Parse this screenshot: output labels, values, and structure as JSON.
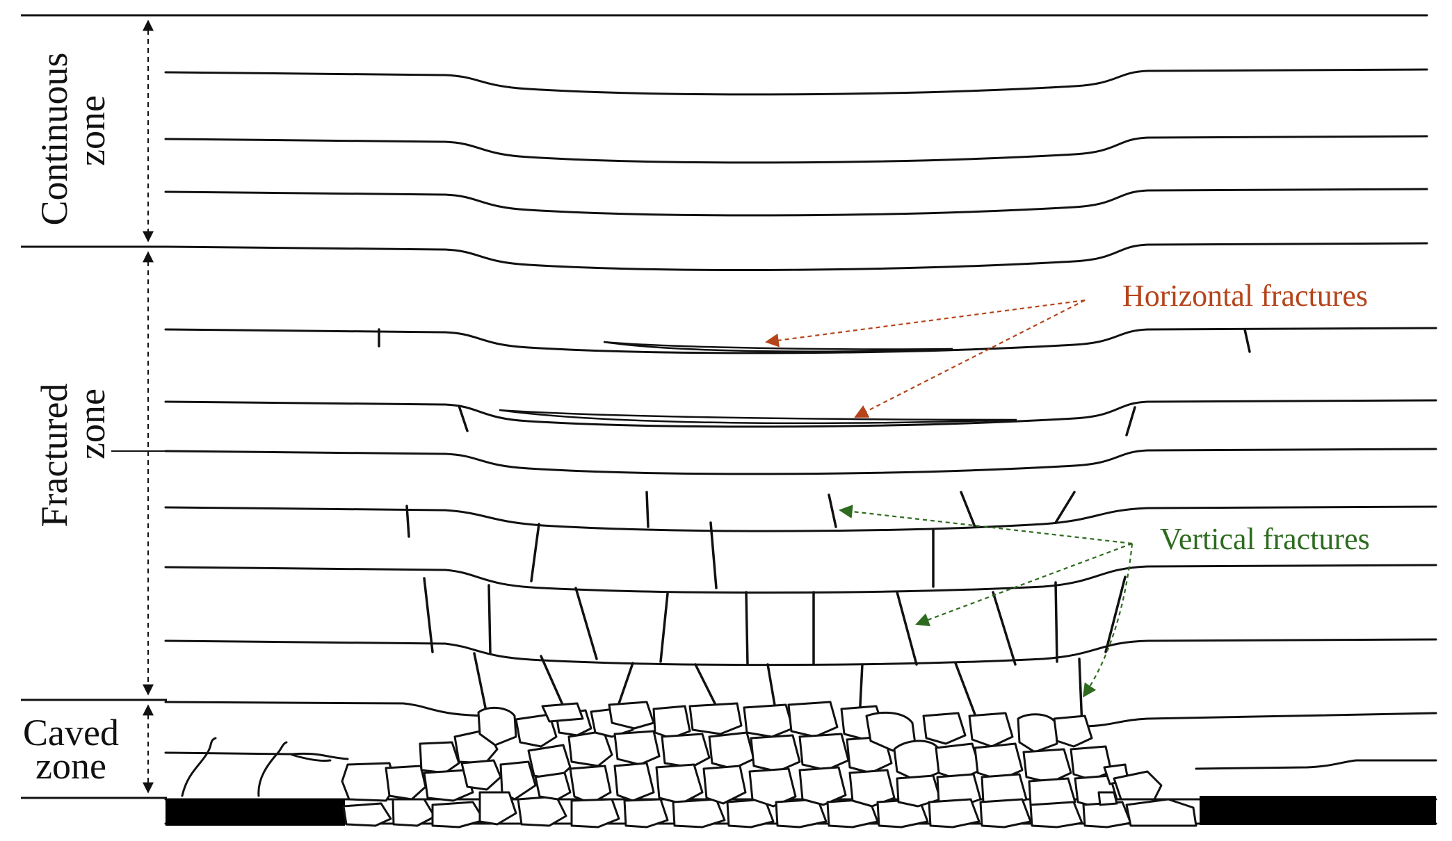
{
  "zones": {
    "continuous": [
      "Continuous",
      "zone"
    ],
    "fractured": [
      "Fractured",
      "zone"
    ],
    "caved": [
      "Caved",
      "zone"
    ]
  },
  "annotations": {
    "horizontal": {
      "text": "Horizontal fractures",
      "color": "#b5441a"
    },
    "vertical": {
      "text": "Vertical fractures",
      "color": "#2e6b1f"
    }
  },
  "colors": {
    "strata": "#111111",
    "pillars": "#000000",
    "background": "#ffffff"
  }
}
